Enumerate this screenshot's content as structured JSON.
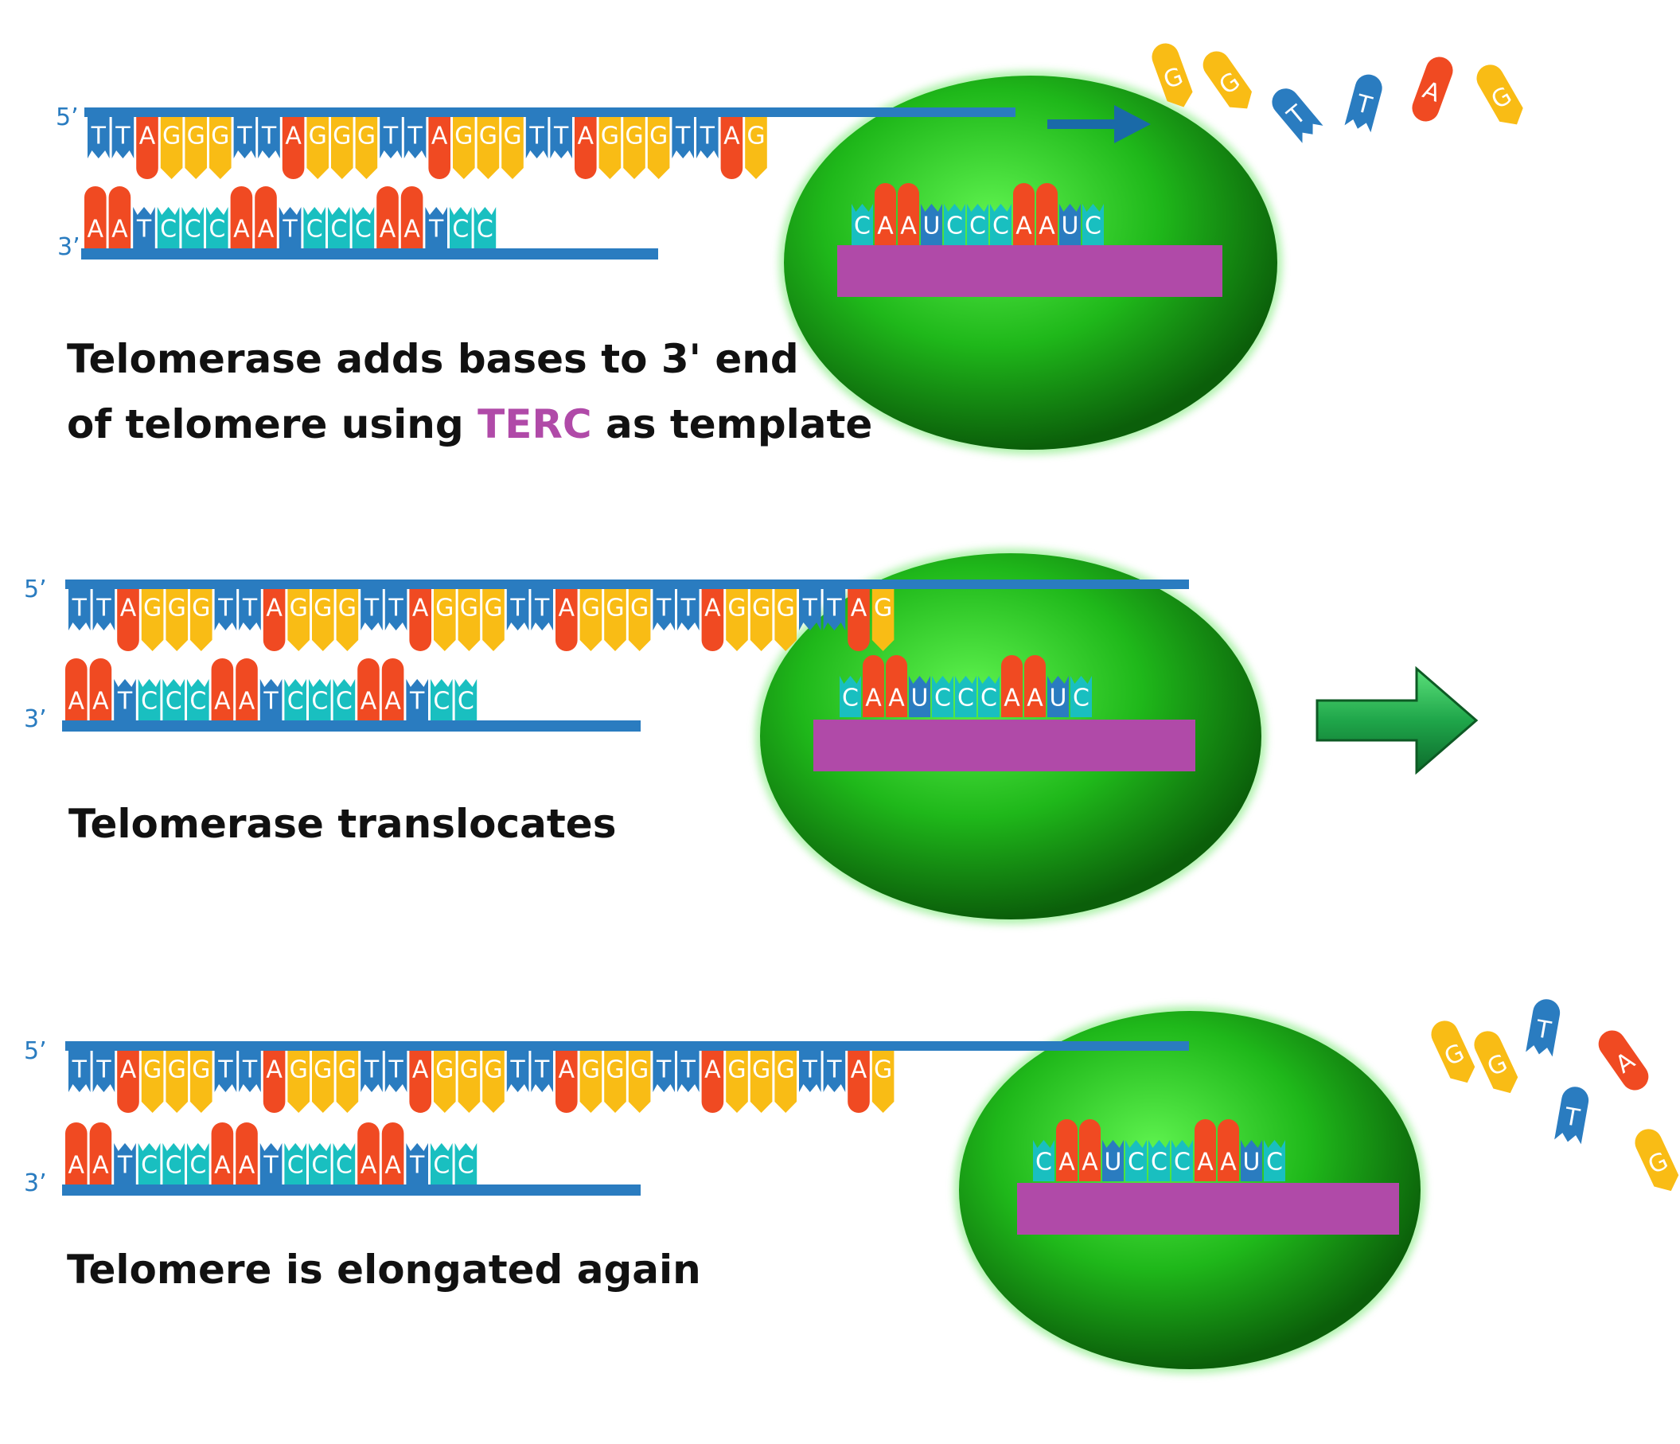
{
  "colors": {
    "T": "#2a7cc0",
    "U": "#2a7cc0",
    "A": "#f04a22",
    "G": "#f9bc15",
    "C": "#19bfc0",
    "strand": "#2a7cc0",
    "terc_bar": "#b04aa8",
    "enzyme": "#22c51c",
    "arrow_blue": "#1a6aa8",
    "arrow_green": "#1fa64a"
  },
  "panels": [
    {
      "id": "add",
      "top_end": "5’",
      "bottom_end": "3’",
      "top_strand": "TTAGGGTTAGGGTTAGGGTTAGGGTTAG",
      "bottom_strand": "AATCCCAATCCCAATCC",
      "template": "CAAUCCCAAUC",
      "free_bases": [
        "G",
        "G",
        "T",
        "T",
        "A",
        "G"
      ],
      "caption_line1": "Telomerase adds bases to 3' end",
      "caption_line2_pre": "of telomere using",
      "caption_terc": "TERC",
      "caption_line2_post": "as template"
    },
    {
      "id": "translocate",
      "top_end": "5’",
      "bottom_end": "3’",
      "top_strand": "TTAGGGTTAGGGTTAGGGTTAGGGTTAGGGTTAG",
      "bottom_strand": "AATCCCAATCCCAATCC",
      "template": "CAAUCCCAAUC",
      "caption_line1": "Telomerase translocates"
    },
    {
      "id": "elongate",
      "top_end": "5’",
      "bottom_end": "3’",
      "top_strand": "TTAGGGTTAGGGTTAGGGTTAGGGTTAGGGTTAG",
      "bottom_strand": "AATCCCAATCCCAATCC",
      "template": "CAAUCCCAAUC",
      "free_bases": [
        "G",
        "G",
        "T",
        "T",
        "A",
        "G"
      ],
      "caption_line1": "Telomere is elongated again"
    }
  ]
}
